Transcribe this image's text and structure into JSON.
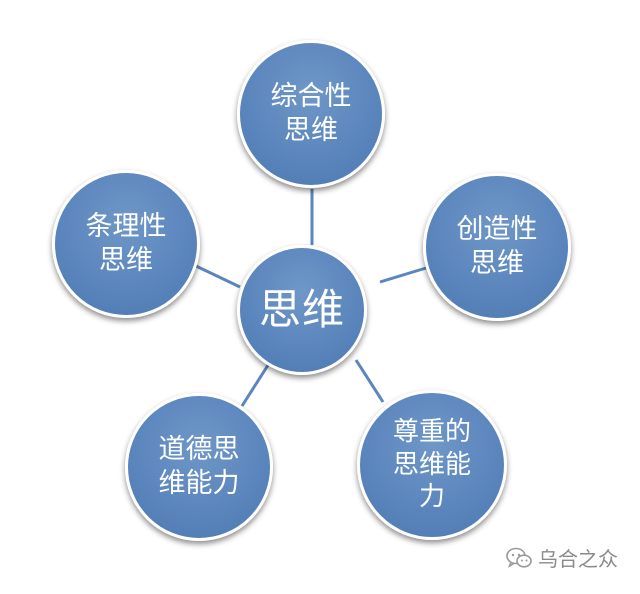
{
  "diagram": {
    "center": {
      "label": "思维"
    },
    "nodes": [
      {
        "id": "top",
        "label": "综合性\n思维"
      },
      {
        "id": "right",
        "label": "创造性\n思维"
      },
      {
        "id": "bottom_right",
        "label": "尊重的\n思维能\n力"
      },
      {
        "id": "bottom_left",
        "label": "道德思\n维能力"
      },
      {
        "id": "left",
        "label": "条理性\n思维"
      }
    ],
    "colors": {
      "node_fill": "#5b86bd",
      "node_border": "#ffffff",
      "connector": "#5b86bd",
      "text": "#ffffff"
    }
  },
  "watermark": {
    "icon": "wechat-icon",
    "text": "乌合之众"
  }
}
